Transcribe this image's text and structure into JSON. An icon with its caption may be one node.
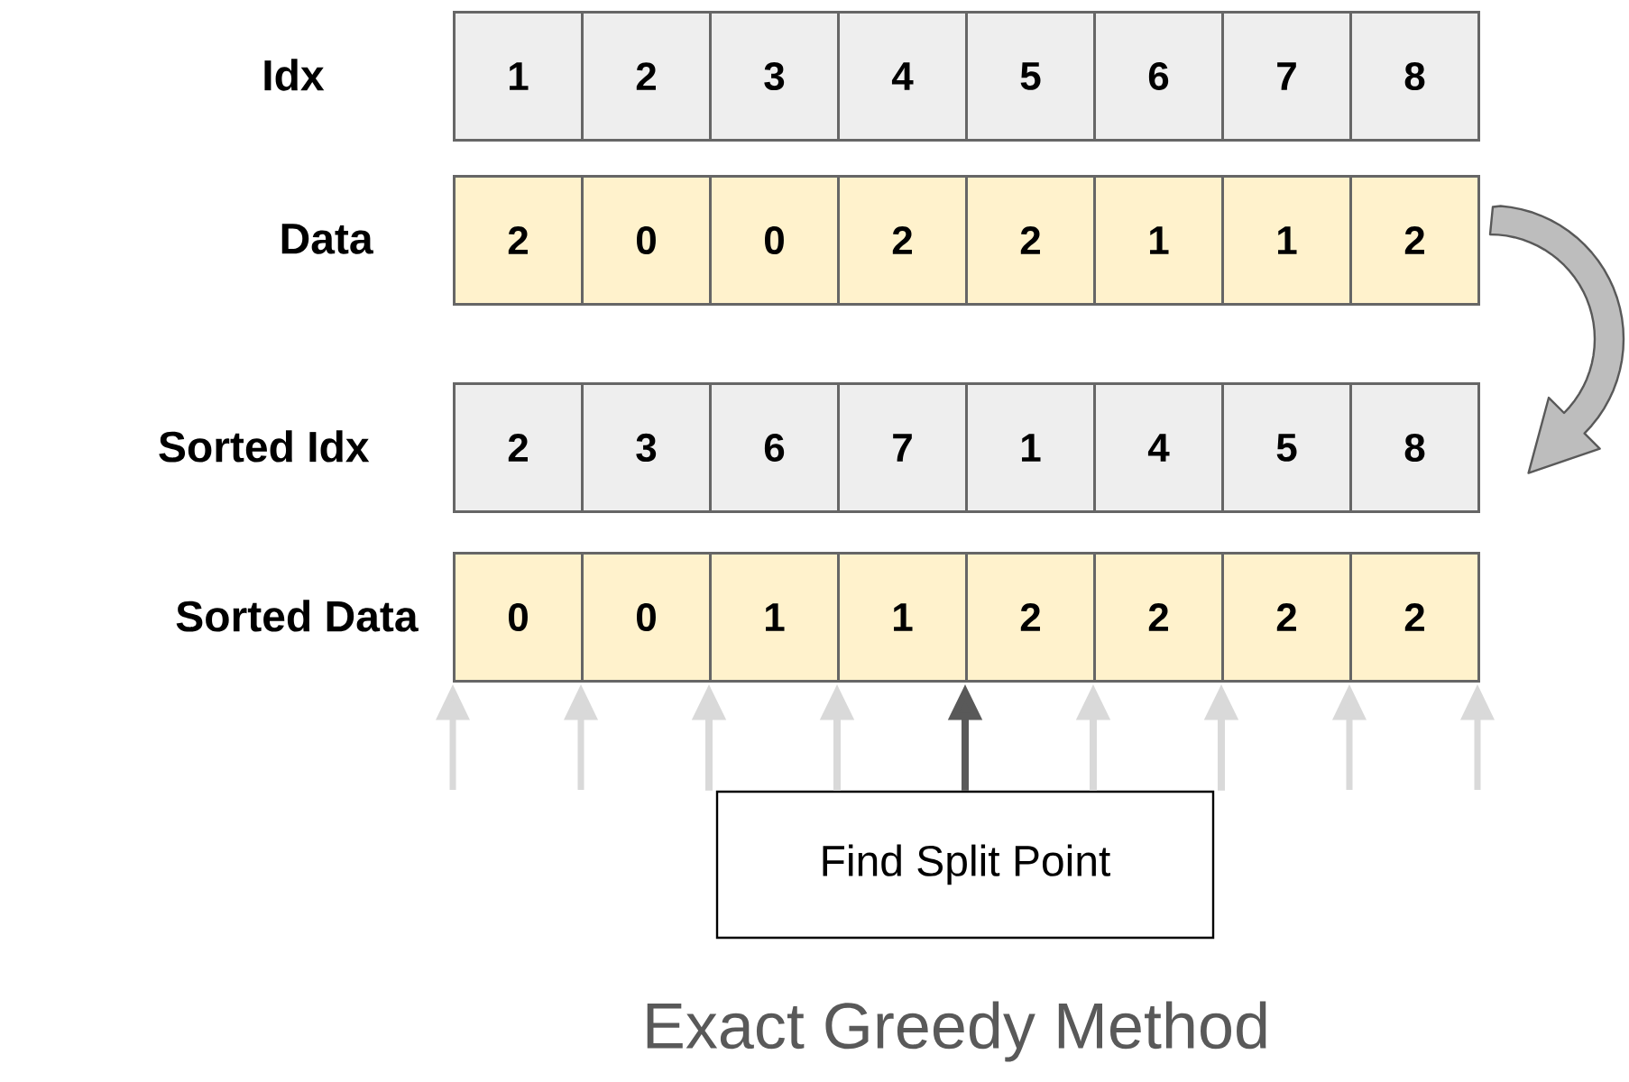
{
  "diagram": {
    "caption": "Exact Greedy Method",
    "nodes": [
      {
        "text": [
          "1",
          "2",
          "3",
          "4",
          "5",
          "6",
          "7",
          "8"
        ],
        "beside": [
          "Idx"
        ]
      },
      {
        "text": [
          "2",
          "0",
          "0",
          "2",
          "2",
          "1",
          "1",
          "2"
        ],
        "beside": [
          "Data"
        ]
      },
      {
        "text": [
          "2",
          "3",
          "6",
          "7",
          "1",
          "4",
          "5",
          "8"
        ],
        "beside": [
          "Sorted Idx"
        ]
      },
      {
        "text": [
          "0",
          "0",
          "1",
          "1",
          "2",
          "2",
          "2",
          "2"
        ],
        "beside": [
          "Sorted Data"
        ]
      },
      {
        "text": [
          "Find Split Point"
        ]
      }
    ],
    "edges": [
      {
        "from": 1,
        "to": 2,
        "arrow": "to",
        "style": "thick",
        "color": "#bdbdbd"
      },
      {
        "from": null,
        "to": 3,
        "arrow": "to"
      },
      {
        "from": null,
        "to": 3,
        "arrow": "to"
      },
      {
        "from": 4,
        "to": 3,
        "arrow": "to"
      },
      {
        "from": 4,
        "to": 3,
        "arrow": "to"
      },
      {
        "from": 4,
        "to": 3,
        "arrow": "to",
        "color": "#595959"
      },
      {
        "from": 4,
        "to": 3,
        "arrow": "to"
      },
      {
        "from": 4,
        "to": 3,
        "arrow": "to"
      },
      {
        "from": null,
        "to": 3,
        "arrow": "to"
      },
      {
        "from": null,
        "to": 3,
        "arrow": "to"
      }
    ]
  }
}
